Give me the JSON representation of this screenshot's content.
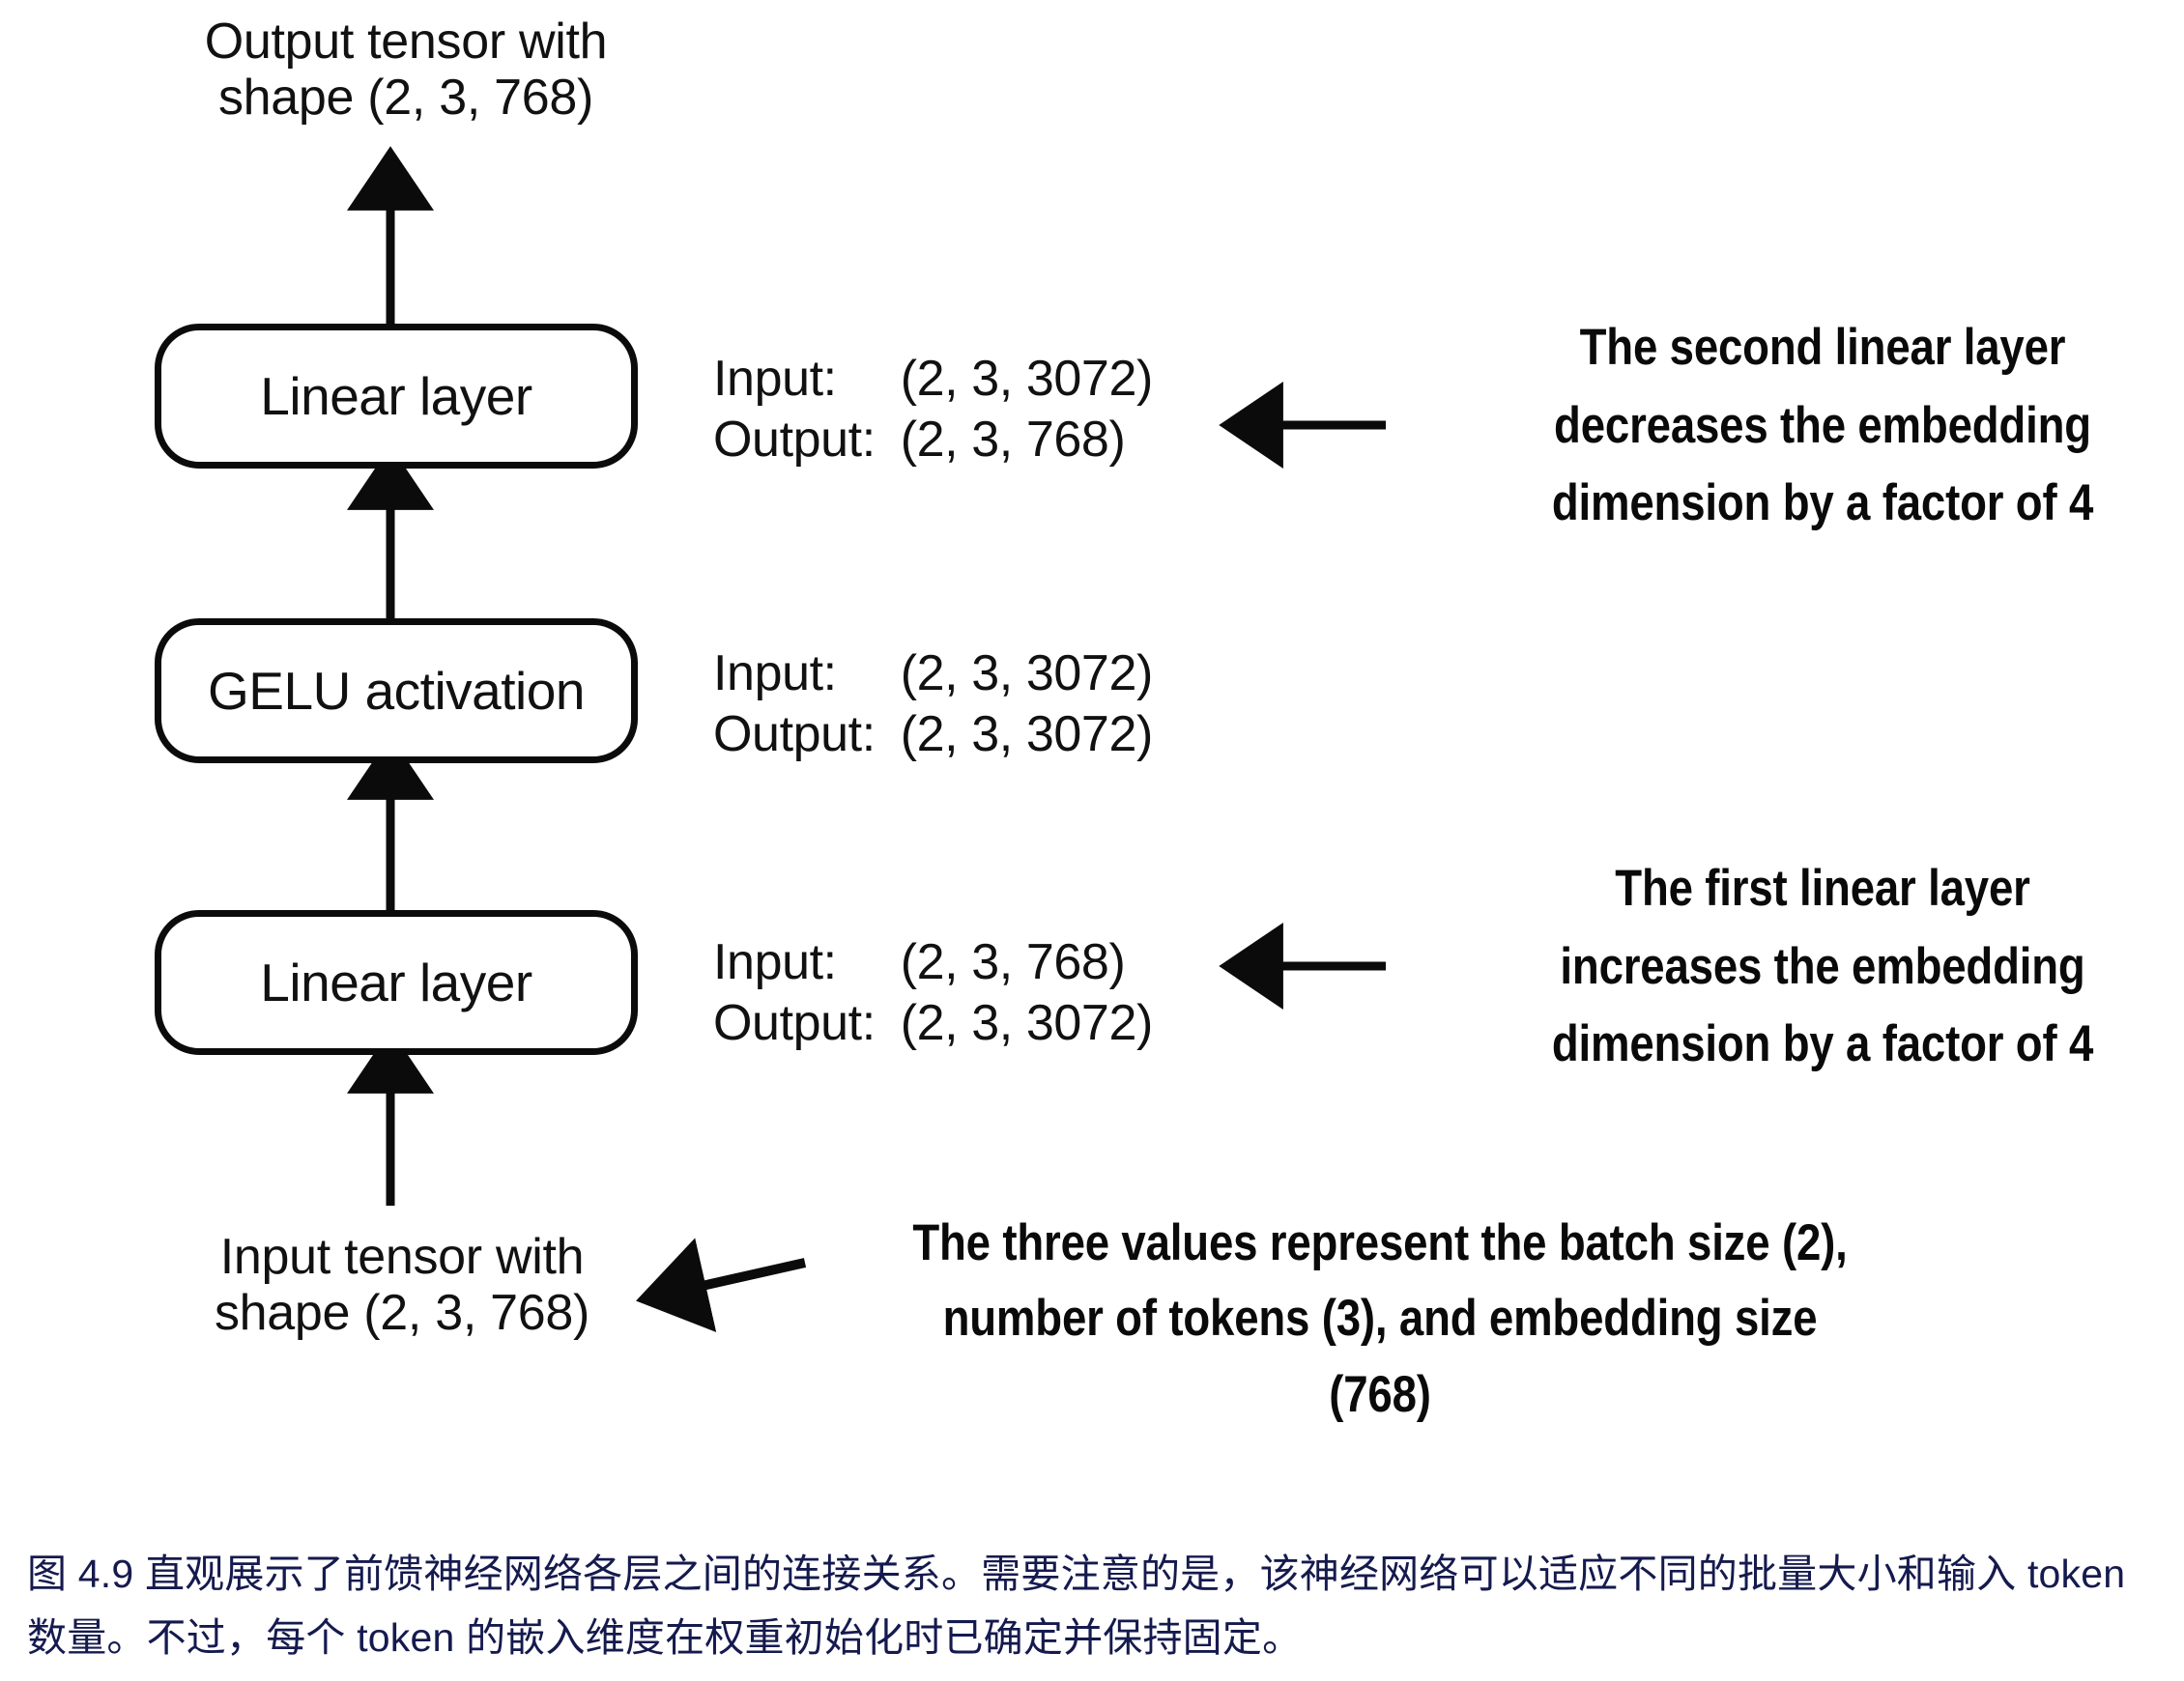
{
  "figure": {
    "top_label": "Output tensor with\nshape (2, 3, 768)",
    "bottom_label": "Input tensor with\nshape (2, 3, 768)"
  },
  "blocks": [
    {
      "id": "linear-layer-2",
      "label": "Linear layer",
      "input_key": "Input:",
      "input_shape": "(2, 3, 3072)",
      "output_key": "Output:",
      "output_shape": "(2, 3, 768)"
    },
    {
      "id": "gelu-activation",
      "label": "GELU activation",
      "input_key": "Input:",
      "input_shape": "(2, 3, 3072)",
      "output_key": "Output:",
      "output_shape": "(2, 3, 3072)"
    },
    {
      "id": "linear-layer-1",
      "label": "Linear layer",
      "input_key": "Input:",
      "input_shape": "(2, 3, 768)",
      "output_key": "Output:",
      "output_shape": "(2, 3, 3072)"
    }
  ],
  "callouts": {
    "second_linear": "The second linear layer\ndecreases the embedding\ndimension by a factor of 4",
    "first_linear": "The first linear layer\nincreases the embedding\ndimension by a factor of 4",
    "three_values": "The three values represent the batch size (2),\nnumber of tokens (3), and embedding size\n(768)"
  },
  "caption": {
    "text": "图 4.9 直观展示了前馈神经网络各层之间的连接关系。需要注意的是，该神经网络可以适应不同的批量大小和输入 token 数量。不过，每个 token 的嵌入维度在权重初始化时已确定并保持固定。",
    "color": "#151a4e"
  },
  "colors": {
    "ink": "#0b0b0b",
    "background": "#ffffff",
    "caption": "#151a4e"
  }
}
